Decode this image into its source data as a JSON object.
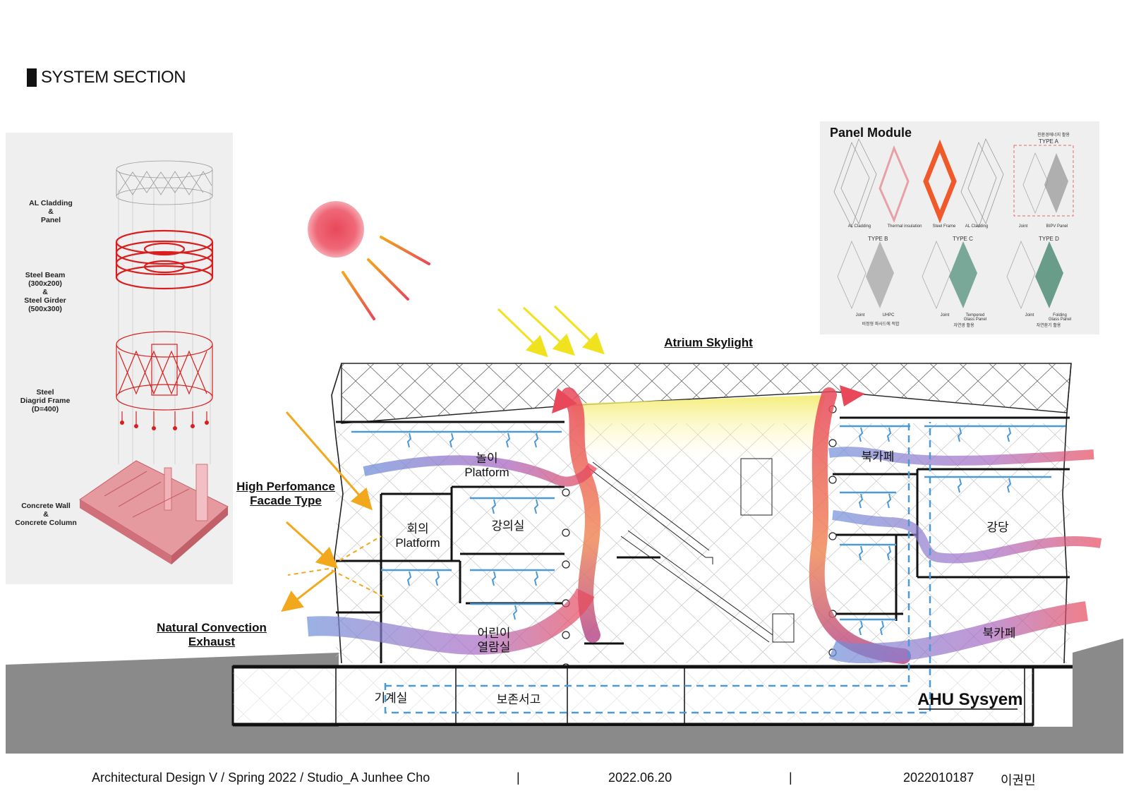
{
  "title": "SYSTEM SECTION",
  "layers": [
    {
      "label": "AL Cladding\n&\nPanel"
    },
    {
      "label": "Steel Beam\n(300x200)\n&\nSteel Girder\n(500x300)"
    },
    {
      "label": "Steel\nDiagrid Frame\n(D=400)"
    },
    {
      "label": "Concrete Wall\n&\nConcrete Column"
    }
  ],
  "panel_module": {
    "title": "Panel Module",
    "type_a": {
      "note": "친환경에너지 활용",
      "name": "TYPE A"
    },
    "top_row_labels": [
      "AL Cladding",
      "Thermal insulation",
      "Steel Frame",
      "AL Cladding",
      "Joint",
      "BIPV Panel"
    ],
    "types": [
      {
        "name": "TYPE B",
        "labels": [
          "Joint",
          "UHPC"
        ],
        "note": "비정형 파사드에 적합"
      },
      {
        "name": "TYPE C",
        "labels": [
          "Joint",
          "Tempered Glass Panel"
        ],
        "note": "자연광 활용"
      },
      {
        "name": "TYPE D",
        "labels": [
          "Joint",
          "Folding Glass Panel"
        ],
        "note": "자연환기 활용"
      }
    ]
  },
  "annotations": {
    "atrium": "Atrium Skylight",
    "facade": "High Perfomance\nFacade Type",
    "exhaust": "Natural Convection\nExhaust",
    "ahu": "AHU Sysyem"
  },
  "rooms": {
    "play": "놀이\nPlatform",
    "meeting": "회의\nPlatform",
    "lecture": "강의실",
    "children": "어린이\n열람실",
    "machine": "기계실",
    "archive": "보존서고",
    "bookcafe_top": "북카페",
    "auditorium": "강당",
    "bookcafe_bottom": "북카페"
  },
  "footer": {
    "course": "Architectural Design V / Spring 2022 /  Studio_A Junhee Cho",
    "sep1": "|",
    "date": "2022.06.20",
    "sep2": "|",
    "student_id": "2022010187",
    "name": "이권민"
  },
  "colors": {
    "sun": "#e8485a",
    "sun_rays": "#f07a3c",
    "yellow_arrows": "#f0e21e",
    "orange_arrows": "#f2a81c",
    "warm_air": "#e8485a",
    "cool_air": "#6f8fd8",
    "ahu_duct": "#4b9ad6",
    "structure_red": "#d81e1e",
    "concrete_pink": "#e07c82",
    "ground": "#8a8a8a"
  }
}
